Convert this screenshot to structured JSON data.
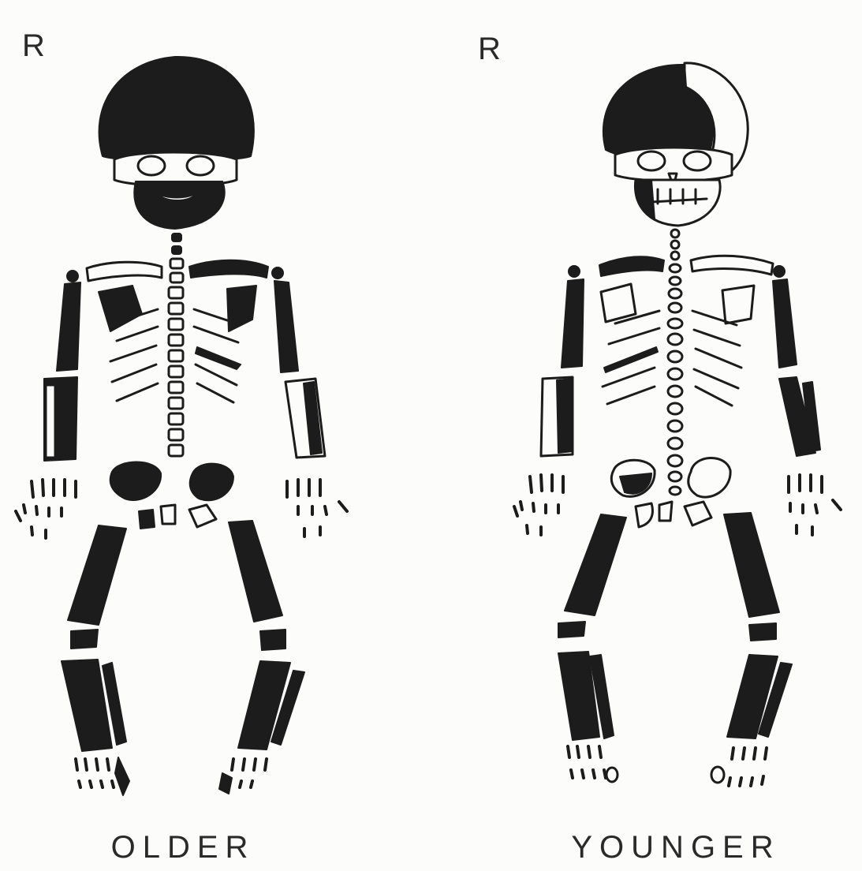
{
  "skeletons": [
    {
      "side_marker": "R",
      "caption": "OLDER"
    },
    {
      "side_marker": "R",
      "caption": "YOUNGER"
    }
  ],
  "colors": {
    "ink": "#1c1c1c",
    "paper": "#fcfcfa"
  }
}
